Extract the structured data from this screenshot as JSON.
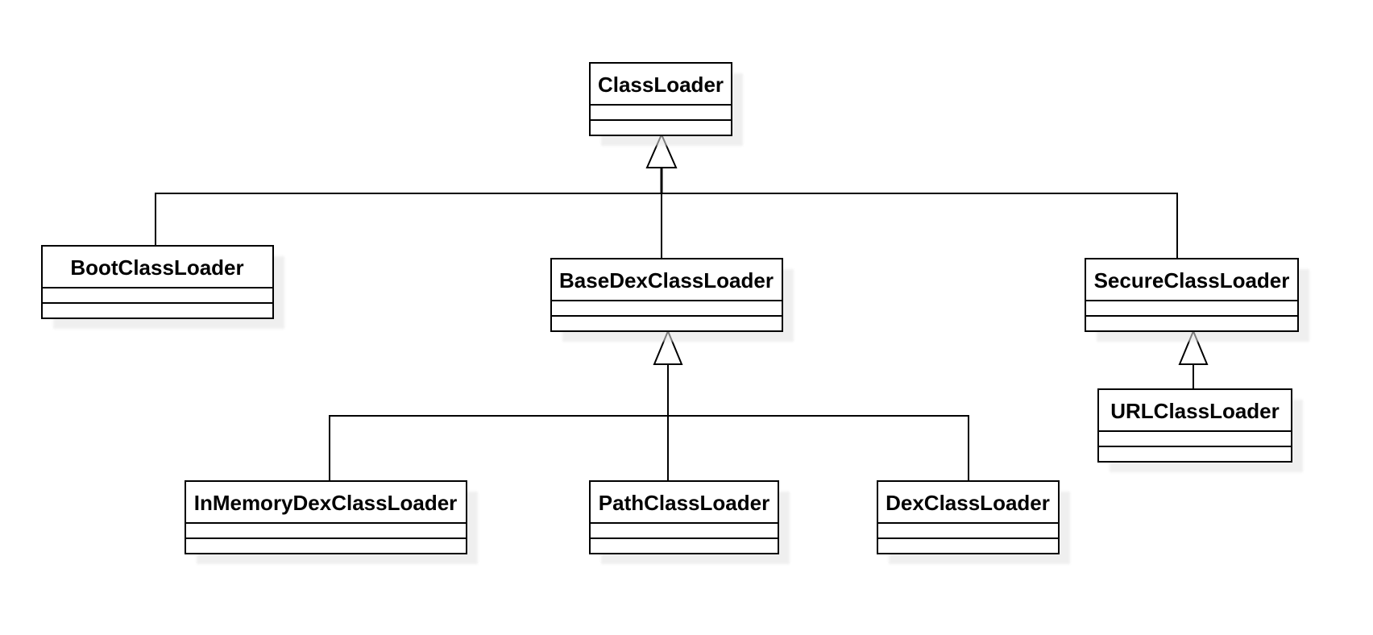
{
  "diagram": {
    "classes": {
      "classloader": "ClassLoader",
      "bootclassloader": "BootClassLoader",
      "basedexclassloader": "BaseDexClassLoader",
      "secureclassloader": "SecureClassLoader",
      "urlclassloader": "URLClassLoader",
      "inmemorydexclassloader": "InMemoryDexClassLoader",
      "pathclassloader": "PathClassLoader",
      "dexclassloader": "DexClassLoader"
    },
    "relationships": [
      {
        "type": "generalization",
        "parent": "ClassLoader",
        "child": "BootClassLoader"
      },
      {
        "type": "generalization",
        "parent": "ClassLoader",
        "child": "BaseDexClassLoader"
      },
      {
        "type": "generalization",
        "parent": "ClassLoader",
        "child": "SecureClassLoader"
      },
      {
        "type": "generalization",
        "parent": "SecureClassLoader",
        "child": "URLClassLoader"
      },
      {
        "type": "generalization",
        "parent": "BaseDexClassLoader",
        "child": "InMemoryDexClassLoader"
      },
      {
        "type": "generalization",
        "parent": "BaseDexClassLoader",
        "child": "PathClassLoader"
      },
      {
        "type": "generalization",
        "parent": "BaseDexClassLoader",
        "child": "DexClassLoader"
      }
    ]
  }
}
